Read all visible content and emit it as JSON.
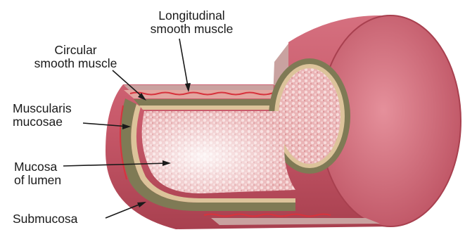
{
  "diagram": {
    "labels": {
      "longitudinal": {
        "line1": "Longitudinal",
        "line2": "smooth muscle"
      },
      "circular": {
        "line1": "Circular",
        "line2": "smooth muscle"
      },
      "muscularis": {
        "line1": "Muscularis",
        "line2": "mucosae"
      },
      "mucosa": {
        "line1": "Mucosa",
        "line2": "of lumen"
      },
      "submucosa": {
        "line1": "Submucosa"
      }
    },
    "colors": {
      "serosa": "#c45a6b",
      "serosa_light": "#d9808c",
      "muscle_band": "#e3a6a0",
      "muscle_red_line": "#d7333d",
      "submucosa_olive": "#7f7a55",
      "submucosa_tan": "#dcc39a",
      "mucosa": "#ecb8bb",
      "cut_face": "#c9a2a0"
    }
  }
}
